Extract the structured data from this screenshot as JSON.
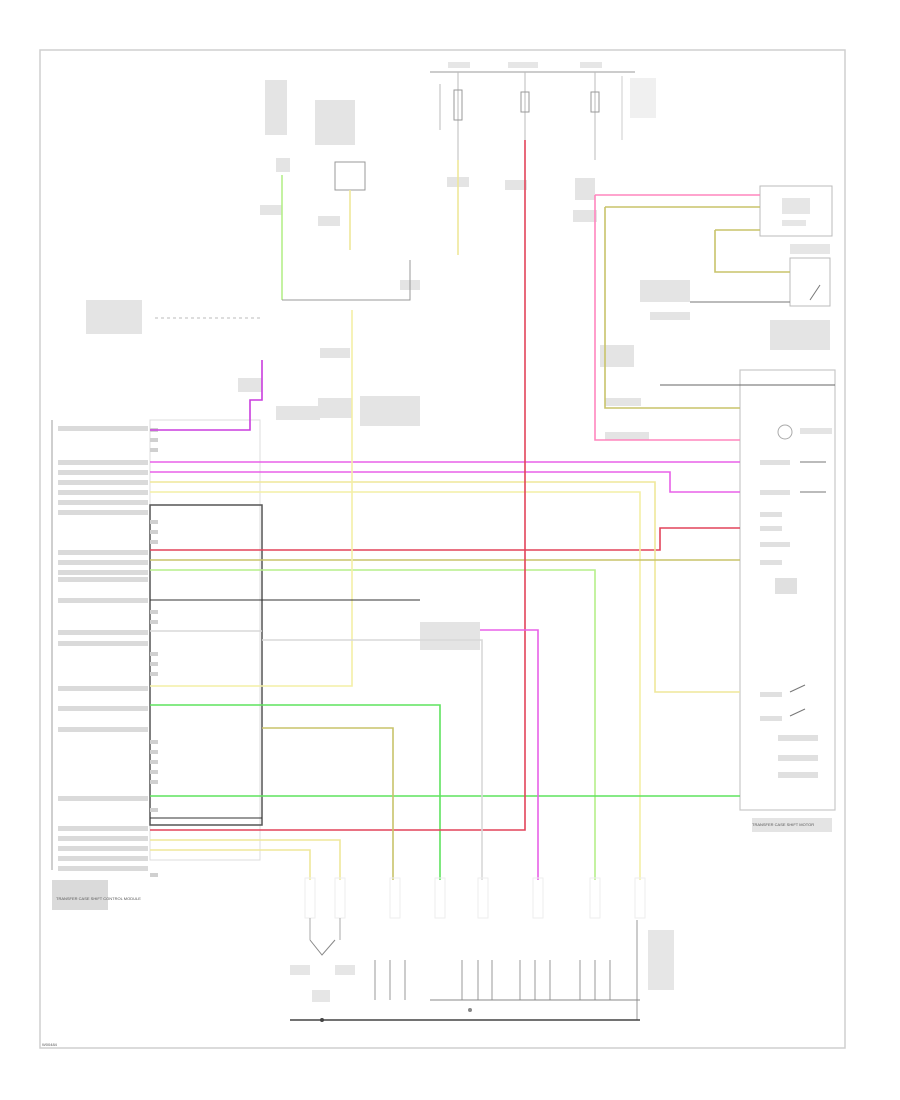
{
  "diagram": {
    "module_label": "TRANSFER CASE SHIFT CONTROL MODULE",
    "transfer_case_box_label": "TRANSFER CASE SHIFT MOTOR",
    "footer_code": "W00484",
    "colors": {
      "pink": "#ff86be",
      "violet": "#ca3dde",
      "magenta": "#e860e8",
      "red": "#e2445a",
      "yellow": "#efe79a",
      "pale_yellow": "#f3efa6",
      "olive": "#c8c36a",
      "green": "#5fe35f",
      "light_green": "#b6ef8a",
      "grey": "#d8d8d8",
      "black": "#333333"
    }
  }
}
